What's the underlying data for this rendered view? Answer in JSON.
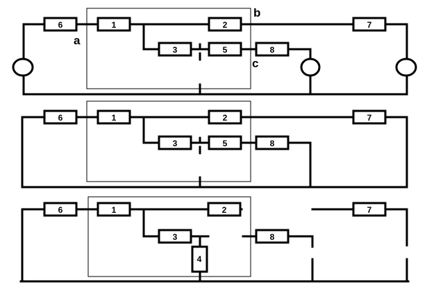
{
  "diagram": {
    "panels": [
      {
        "name": "circuit-top",
        "node_labels": {
          "a": "a",
          "b": "b",
          "c": "c"
        },
        "resistors": {
          "r1": "1",
          "r2": "2",
          "r3": "3",
          "r5": "5",
          "r6": "6",
          "r7": "7",
          "r8": "8"
        },
        "sources": [
          "left",
          "middle",
          "right"
        ]
      },
      {
        "name": "circuit-middle",
        "resistors": {
          "r1": "1",
          "r2": "2",
          "r3": "3",
          "r5": "5",
          "r6": "6",
          "r7": "7",
          "r8": "8"
        }
      },
      {
        "name": "circuit-bottom",
        "resistors": {
          "r1": "1",
          "r2": "2",
          "r3": "3",
          "r4": "4",
          "r6": "6",
          "r7": "7",
          "r8": "8"
        }
      }
    ]
  }
}
